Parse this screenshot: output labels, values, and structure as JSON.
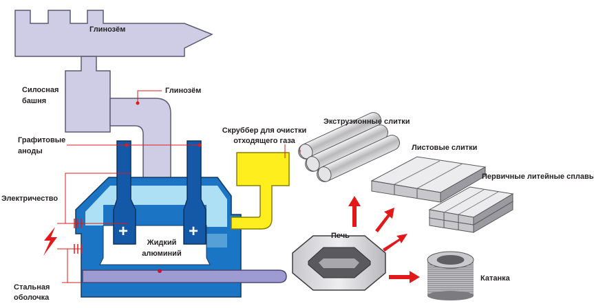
{
  "diagram": {
    "labels": {
      "alumina_top": "Глинозём",
      "alumina_pipe": "Глинозём",
      "silo_line1": "Силосная",
      "silo_line2": "башня",
      "anodes_line1": "Графитовые",
      "anodes_line2": "аноды",
      "electricity": "Электричество",
      "shell_line1": "Стальная",
      "shell_line2": "оболочка",
      "scrubber_line1": "Скруббер для очистки",
      "scrubber_line2": "отходящего газа",
      "liquid_line1": "Жидкий",
      "liquid_line2": "алюминий",
      "furnace": "Печь",
      "extrusion": "Экструзионные слитки",
      "sheet": "Листовые слитки",
      "primary_alloys": "Первичные литейные сплавы",
      "wire_rod": "Катанка"
    },
    "symbols": {
      "plus": "+"
    },
    "colors": {
      "silo": "#cfcde6",
      "silo_stroke": "#5b5a72",
      "electrolyte_light": "#aee0f5",
      "electrolyte_dark": "#1b75c4",
      "anode_blue": "#1458a8",
      "scrubber_yellow": "#ffee1e",
      "arrow_red": "#e2191b",
      "pipe_purple": "#9e9ad2",
      "ingot_grey": "#d4d4d6"
    }
  }
}
